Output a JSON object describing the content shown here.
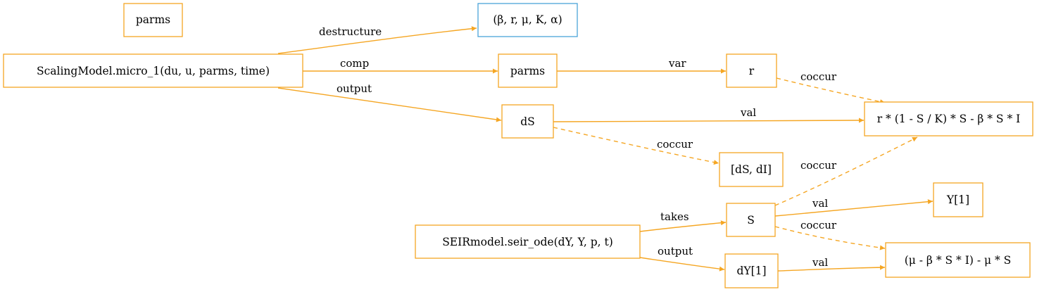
{
  "colors": {
    "node_border": "#f5a623",
    "highlight_border": "#4aa3d8",
    "edge": "#f5a623"
  },
  "nodes": {
    "parms_top": "parms",
    "params_tuple": "(β, r, μ, K, α)",
    "micro1": "ScalingModel.micro_1(du, u, parms, time)",
    "parms_mid": "parms",
    "r": "r",
    "ds": "dS",
    "rhs1": "r * (1 - S / K) * S - β * S * I",
    "ds_di": "[dS, dI]",
    "seir": "SEIRmodel.seir_ode(dY, Y, p, t)",
    "s": "S",
    "y1": "Y[1]",
    "dy1": "dY[1]",
    "rhs2": "(μ - β * S * I) - μ * S"
  },
  "edges": {
    "destructure": "destructure",
    "comp": "comp",
    "output1": "output",
    "var": "var",
    "coccur_r": "coccur",
    "val_ds": "val",
    "coccur_ds": "coccur",
    "coccur_s_rhs1": "coccur",
    "takes": "takes",
    "val_s": "val",
    "coccur_s_rhs2": "coccur",
    "output2": "output",
    "val_dy1": "val"
  }
}
